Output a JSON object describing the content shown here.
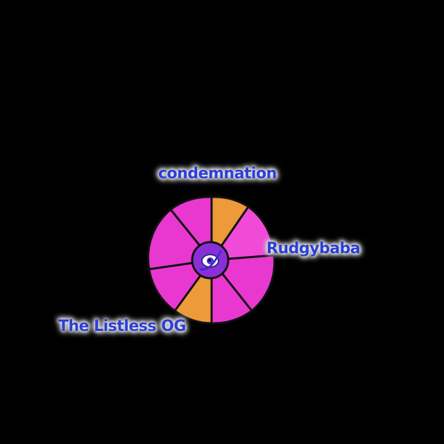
{
  "labels": {
    "top": "condemnation",
    "right": "Rudgybaba",
    "bottom_left": "The Listless OG"
  },
  "wheel": {
    "segment_colors": [
      "#f080d8",
      "#e838d0",
      "#ec9a3a"
    ],
    "hub_color": "#8a2fd8",
    "outline_color": "#111111"
  },
  "icon": "eye-icon"
}
